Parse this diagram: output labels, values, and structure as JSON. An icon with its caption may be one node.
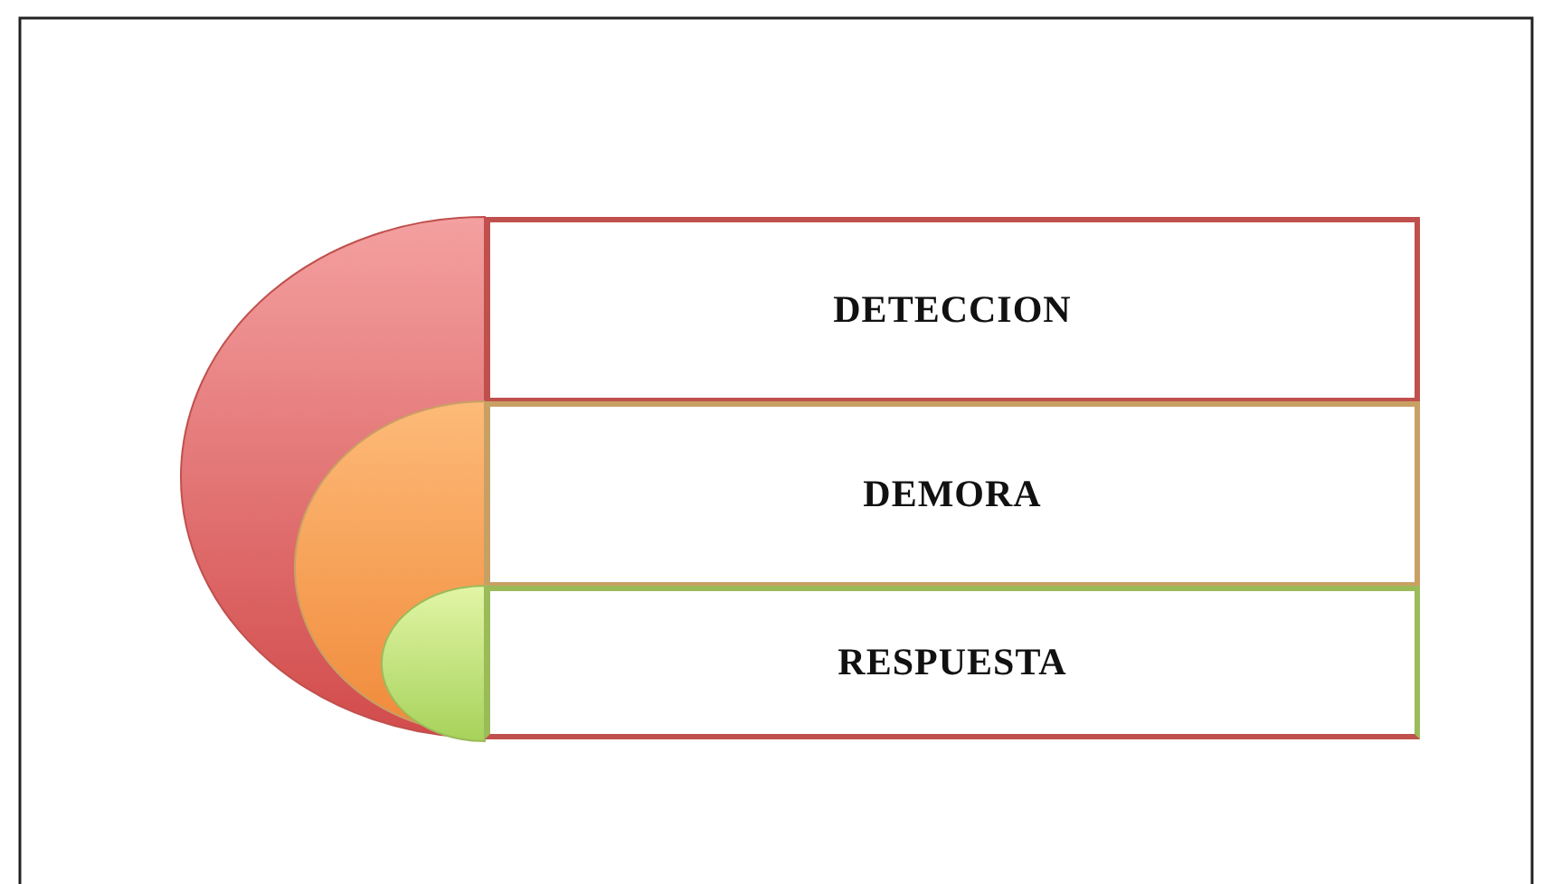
{
  "diagram": {
    "nodes": [
      {
        "text": [
          "DETECCION"
        ]
      },
      {
        "text": [
          "DEMORA"
        ]
      },
      {
        "text": [
          "RESPUESTA"
        ]
      }
    ]
  }
}
